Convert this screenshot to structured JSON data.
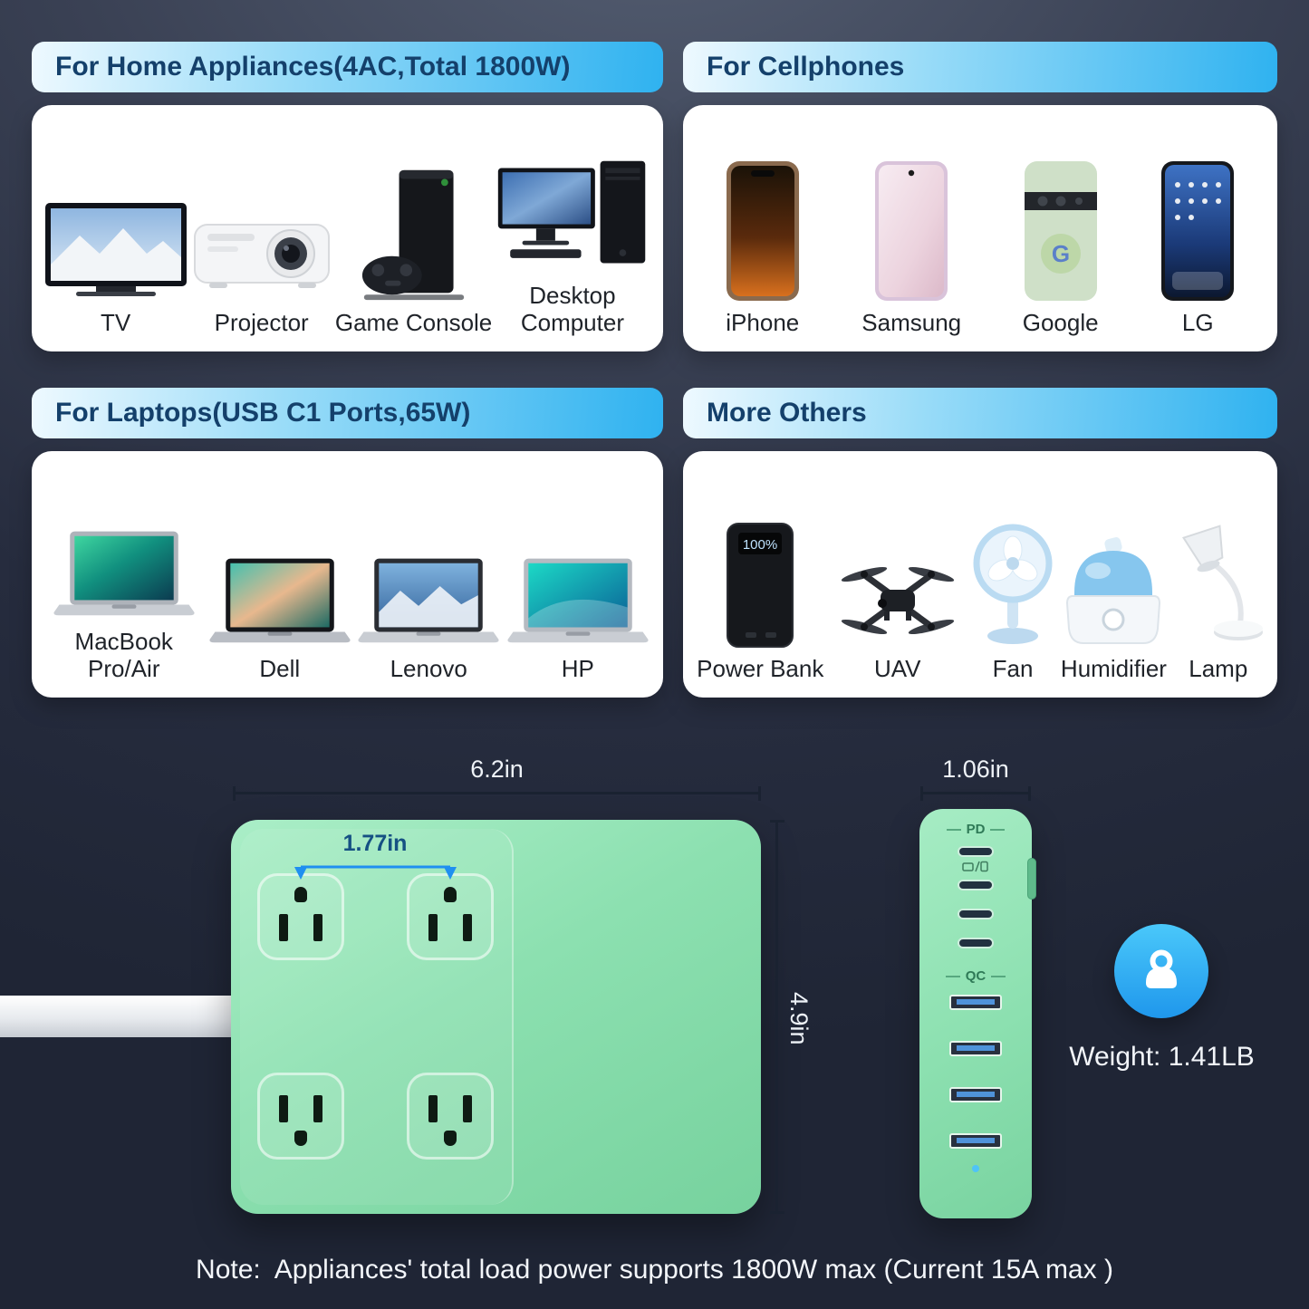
{
  "sections": [
    {
      "title": "For Home Appliances(4AC,Total 1800W)",
      "items": [
        {
          "label": "TV",
          "icon": "tv-icon"
        },
        {
          "label": "Projector",
          "icon": "projector-icon"
        },
        {
          "label": "Game Console",
          "icon": "game-console-icon"
        },
        {
          "label": "Desktop Computer",
          "icon": "desktop-computer-icon"
        }
      ]
    },
    {
      "title": "For Cellphones",
      "items": [
        {
          "label": "iPhone",
          "icon": "iphone-icon"
        },
        {
          "label": "Samsung",
          "icon": "samsung-phone-icon"
        },
        {
          "label": "Google",
          "icon": "google-phone-icon"
        },
        {
          "label": "LG",
          "icon": "lg-phone-icon"
        }
      ]
    },
    {
      "title": "For Laptops(USB C1 Ports,65W)",
      "items": [
        {
          "label": "MacBook Pro/Air",
          "icon": "macbook-icon"
        },
        {
          "label": "Dell",
          "icon": "dell-laptop-icon"
        },
        {
          "label": "Lenovo",
          "icon": "lenovo-laptop-icon"
        },
        {
          "label": "HP",
          "icon": "hp-laptop-icon"
        }
      ]
    },
    {
      "title": "More Others",
      "items": [
        {
          "label": "Power Bank",
          "icon": "power-bank-icon"
        },
        {
          "label": "UAV",
          "icon": "uav-icon"
        },
        {
          "label": "Fan",
          "icon": "fan-icon"
        },
        {
          "label": "Humidifier",
          "icon": "humidifier-icon"
        },
        {
          "label": "Lamp",
          "icon": "lamp-icon"
        }
      ]
    }
  ],
  "diagram": {
    "front_view": {
      "width_label": "6.2in",
      "height_label": "4.9in",
      "outlet_spacing_label": "1.77in",
      "ac_outlet_count": 4
    },
    "side_view": {
      "width_label": "1.06in",
      "pd_label": "PD",
      "qc_label": "QC",
      "usb_c_port_count": 4,
      "usb_a_port_count": 4
    },
    "weight_label": "Weight: 1.41LB"
  },
  "misc": {
    "power_bank_display": "100%",
    "google_logo": "G"
  },
  "note": "Note:  Appliances' total load power supports 1800W max (Current 15A max )",
  "colors": {
    "header_gradient_start": "#eef9ff",
    "header_gradient_end": "#2fb2f0",
    "header_text": "#14406b",
    "card_background": "#ffffff",
    "strip_green": "#8ce0b0",
    "dimension_line": "#1a2231",
    "dimension_text": "#eef2f7",
    "spacing_annotation_blue": "#1f8ff0",
    "weight_circle_blue": "#2fb3f2",
    "background_top": "#566074",
    "background_bottom": "#1f2535"
  }
}
